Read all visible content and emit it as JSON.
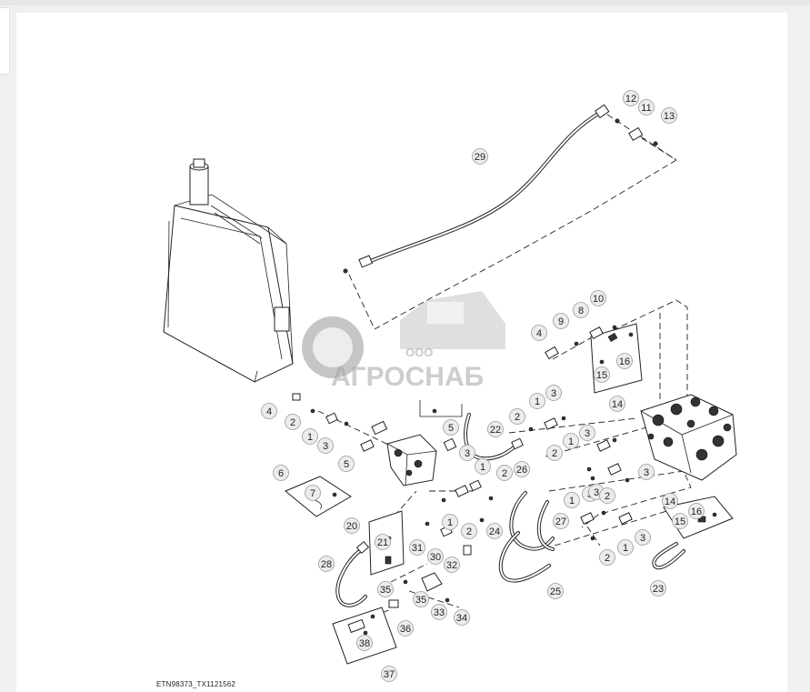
{
  "figure": {
    "id_label": "ETN98373_TX1121562"
  },
  "watermark": {
    "company_prefix": "ООО",
    "company_name": "АГРОСНАБ"
  },
  "callouts": [
    {
      "label": "12"
    },
    {
      "label": "11"
    },
    {
      "label": "13"
    },
    {
      "label": "29"
    },
    {
      "label": "10"
    },
    {
      "label": "8"
    },
    {
      "label": "9"
    },
    {
      "label": "4"
    },
    {
      "label": "16"
    },
    {
      "label": "15"
    },
    {
      "label": "14"
    },
    {
      "label": "4"
    },
    {
      "label": "2"
    },
    {
      "label": "1"
    },
    {
      "label": "3"
    },
    {
      "label": "5"
    },
    {
      "label": "5"
    },
    {
      "label": "22"
    },
    {
      "label": "3"
    },
    {
      "label": "2"
    },
    {
      "label": "1"
    },
    {
      "label": "3"
    },
    {
      "label": "2"
    },
    {
      "label": "1"
    },
    {
      "label": "3"
    },
    {
      "label": "3"
    },
    {
      "label": "6"
    },
    {
      "label": "7"
    },
    {
      "label": "1"
    },
    {
      "label": "2"
    },
    {
      "label": "3"
    },
    {
      "label": "26"
    },
    {
      "label": "27"
    },
    {
      "label": "1"
    },
    {
      "label": "3"
    },
    {
      "label": "2"
    },
    {
      "label": "14"
    },
    {
      "label": "16"
    },
    {
      "label": "15"
    },
    {
      "label": "20"
    },
    {
      "label": "21"
    },
    {
      "label": "1"
    },
    {
      "label": "2"
    },
    {
      "label": "24"
    },
    {
      "label": "31"
    },
    {
      "label": "30"
    },
    {
      "label": "32"
    },
    {
      "label": "2"
    },
    {
      "label": "1"
    },
    {
      "label": "3"
    },
    {
      "label": "28"
    },
    {
      "label": "25"
    },
    {
      "label": "23"
    },
    {
      "label": "35"
    },
    {
      "label": "35"
    },
    {
      "label": "33"
    },
    {
      "label": "34"
    },
    {
      "label": "36"
    },
    {
      "label": "38"
    },
    {
      "label": "37"
    }
  ]
}
